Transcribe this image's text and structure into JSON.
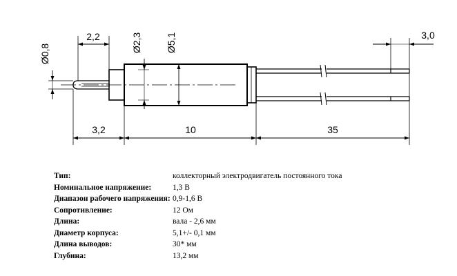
{
  "dimensions": {
    "shaft_diameter": "Ø0,8",
    "shaft_length": "2,2",
    "bushing_diameter": "Ø2,3",
    "body_diameter": "Ø5,1",
    "lead_offset": "3,0",
    "front_length": "3,2",
    "body_length": "10",
    "lead_length": "35"
  },
  "specs": [
    {
      "label": "Тип:",
      "value": "коллекторный электродвигатель постоянного тока"
    },
    {
      "label": "Номинальное напряжение:",
      "value": "1,3 В"
    },
    {
      "label": "Диапазон рабочего напряжения:",
      "value": "0,9-1,6 В"
    },
    {
      "label": "Сопротивление:",
      "value": "12 Ом"
    },
    {
      "label": "Длина:",
      "value": "вала - 2,6 мм"
    },
    {
      "label": "Диаметр корпуса:",
      "value": "5,1+/- 0,1 мм"
    },
    {
      "label": "Длина выводов:",
      "value": "30* мм"
    },
    {
      "label": "Глубина:",
      "value": "13,2 мм"
    }
  ]
}
